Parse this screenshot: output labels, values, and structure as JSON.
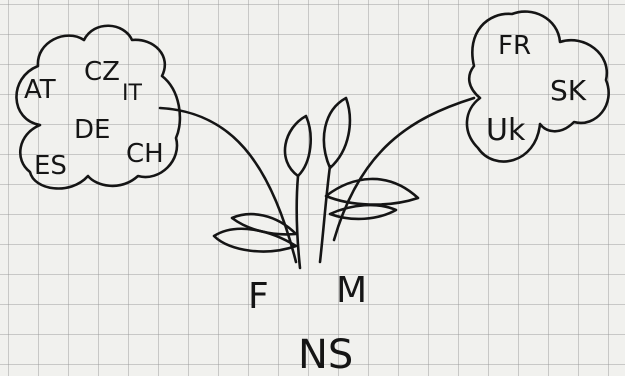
{
  "left_cloud": {
    "labels": [
      "AT",
      "CZ",
      "IT",
      "DE",
      "ES",
      "CH"
    ]
  },
  "right_cloud": {
    "labels": [
      "FR",
      "SK",
      "Uk"
    ]
  },
  "plant": {
    "left_letter": "F",
    "right_letter": "M",
    "base_label": "NS"
  }
}
